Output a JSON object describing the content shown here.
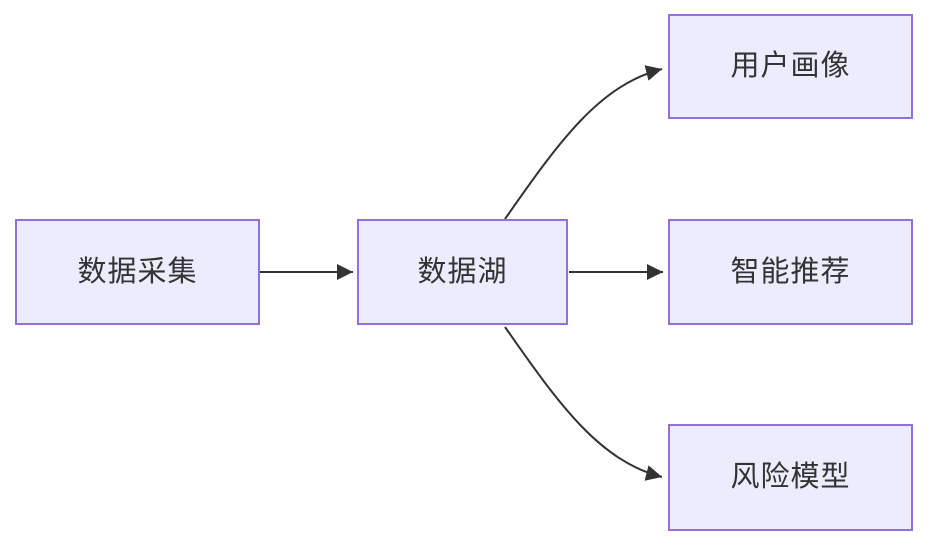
{
  "diagram": {
    "type": "flowchart",
    "direction": "left-to-right",
    "nodes": [
      {
        "label": "数据采集"
      },
      {
        "label": "数据湖"
      },
      {
        "label": "用户画像"
      },
      {
        "label": "智能推荐"
      },
      {
        "label": "风险模型"
      }
    ],
    "edges": [
      {
        "from": "数据采集",
        "to": "数据湖",
        "shape": "straight"
      },
      {
        "from": "数据湖",
        "to": "用户画像",
        "shape": "curved-up"
      },
      {
        "from": "数据湖",
        "to": "智能推荐",
        "shape": "straight"
      },
      {
        "from": "数据湖",
        "to": "风险模型",
        "shape": "curved-down"
      }
    ],
    "colors": {
      "node_fill": "#ECECFF",
      "node_border": "#9370DB",
      "edge_line": "#333333",
      "label_text": "#333333",
      "background": "#FFFFFF"
    }
  }
}
